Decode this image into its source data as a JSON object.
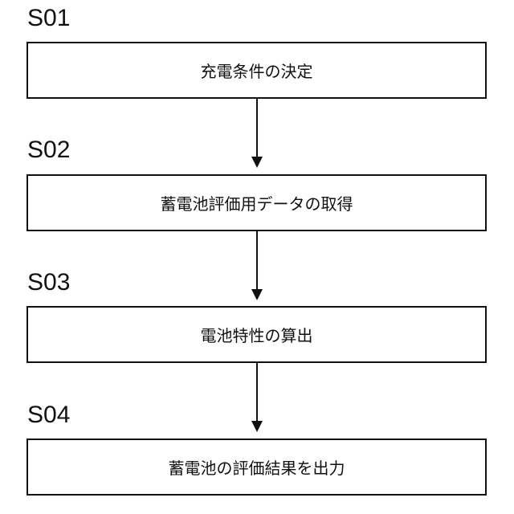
{
  "steps": [
    {
      "id": "S01",
      "text": "充電条件の決定"
    },
    {
      "id": "S02",
      "text": "蓄電池評価用データの取得"
    },
    {
      "id": "S03",
      "text": "電池特性の算出"
    },
    {
      "id": "S04",
      "text": "蓄電池の評価結果を出力"
    }
  ]
}
